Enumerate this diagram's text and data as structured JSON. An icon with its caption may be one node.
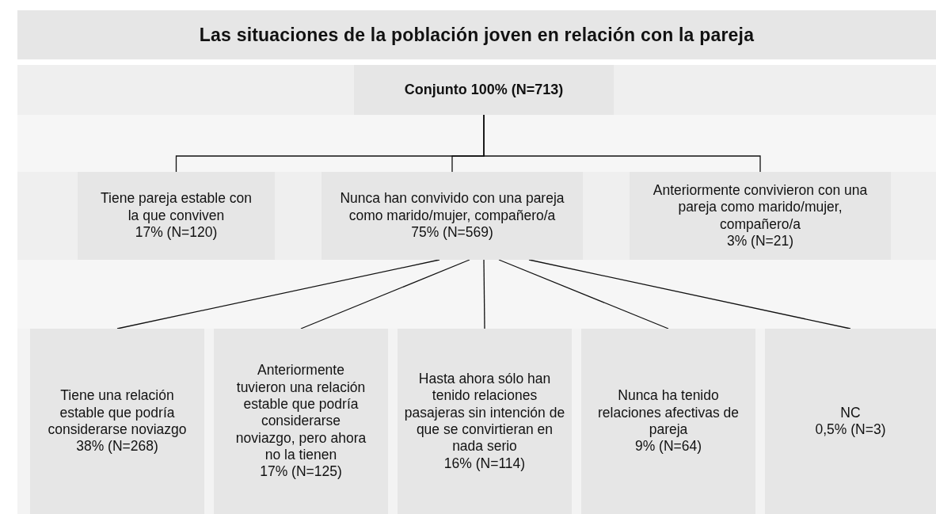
{
  "diagram": {
    "title": "Las situaciones de la población joven en relación con la pareja",
    "nodes": [
      {
        "text": [
          "Conjunto 100% (N=713)"
        ]
      },
      {
        "text": [
          "Tiene pareja estable con la que conviven",
          "17% (N=120)"
        ]
      },
      {
        "text": [
          "Nunca han convivido con una pareja como marido/mujer, compañero/a",
          "75% (N=569)"
        ]
      },
      {
        "text": [
          "Anteriormente convivieron con una pareja como marido/mujer, compañero/a",
          "3% (N=21)"
        ]
      },
      {
        "text": [
          "Tiene una relación estable que podría considerarse noviazgo",
          "38% (N=268)"
        ]
      },
      {
        "text": [
          "Anteriormente tuvieron una relación estable que podría considerarse noviazgo, pero ahora no la tienen",
          "17% (N=125)"
        ]
      },
      {
        "text": [
          "Hasta ahora sólo han tenido relaciones pasajeras sin intención de que se convirtieran en nada serio",
          "16% (N=114)"
        ]
      },
      {
        "text": [
          "Nunca ha tenido relaciones afectivas de pareja",
          "9% (N=64)"
        ]
      },
      {
        "text": [
          "NC",
          "0,5% (N=3)"
        ]
      }
    ],
    "edges": [
      {
        "from": 0,
        "to": 1,
        "arrow": "none"
      },
      {
        "from": 0,
        "to": 2,
        "arrow": "none"
      },
      {
        "from": 0,
        "to": 3,
        "arrow": "none"
      },
      {
        "from": 2,
        "to": 4,
        "arrow": "none"
      },
      {
        "from": 2,
        "to": 5,
        "arrow": "none"
      },
      {
        "from": 2,
        "to": 6,
        "arrow": "none"
      },
      {
        "from": 2,
        "to": 7,
        "arrow": "none"
      },
      {
        "from": 2,
        "to": 8,
        "arrow": "none"
      }
    ]
  }
}
